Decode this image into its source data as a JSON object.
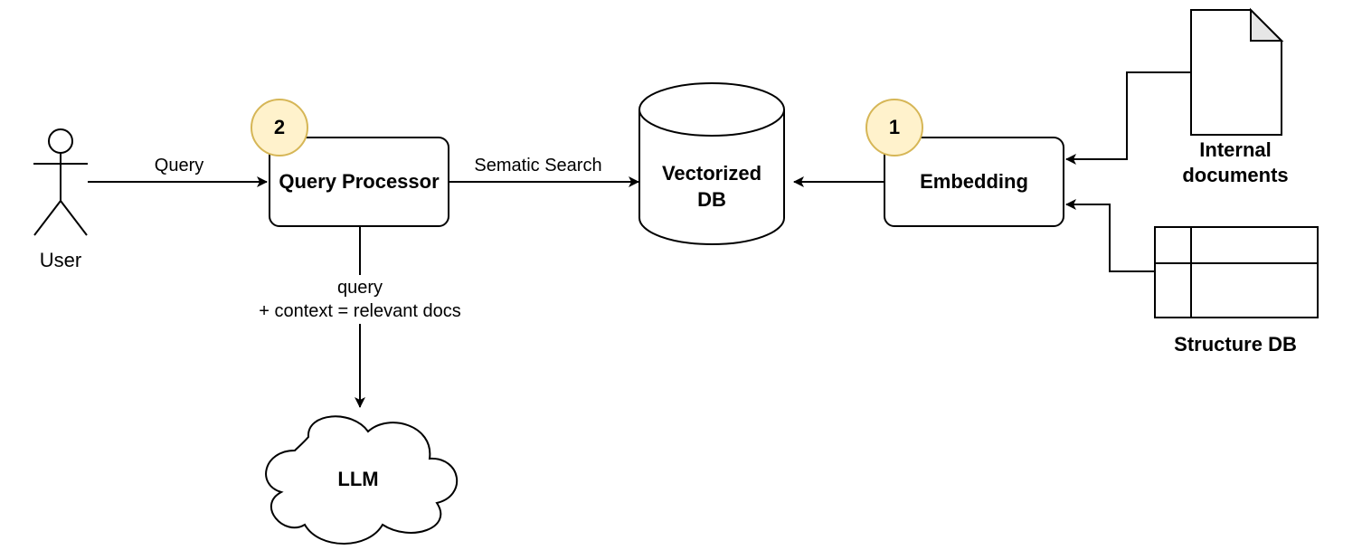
{
  "nodes": {
    "user": {
      "label": "User"
    },
    "query_processor": {
      "label": "Query Processor",
      "step": "2"
    },
    "vectorized_db": {
      "label_line1": "Vectorized",
      "label_line2": "DB"
    },
    "embedding": {
      "label": "Embedding",
      "step": "1"
    },
    "internal_documents": {
      "label_line1": "Internal",
      "label_line2": "documents"
    },
    "structure_db": {
      "label": "Structure DB"
    },
    "llm": {
      "label": "LLM"
    }
  },
  "edges": {
    "query": "Query",
    "semantic_search": "Sematic Search",
    "context_line1": "query",
    "context_line2": "+ context = relevant docs"
  },
  "colors": {
    "badge_fill": "#fff2cc",
    "badge_stroke": "#d6b656",
    "stroke": "#000000",
    "background": "#ffffff"
  }
}
